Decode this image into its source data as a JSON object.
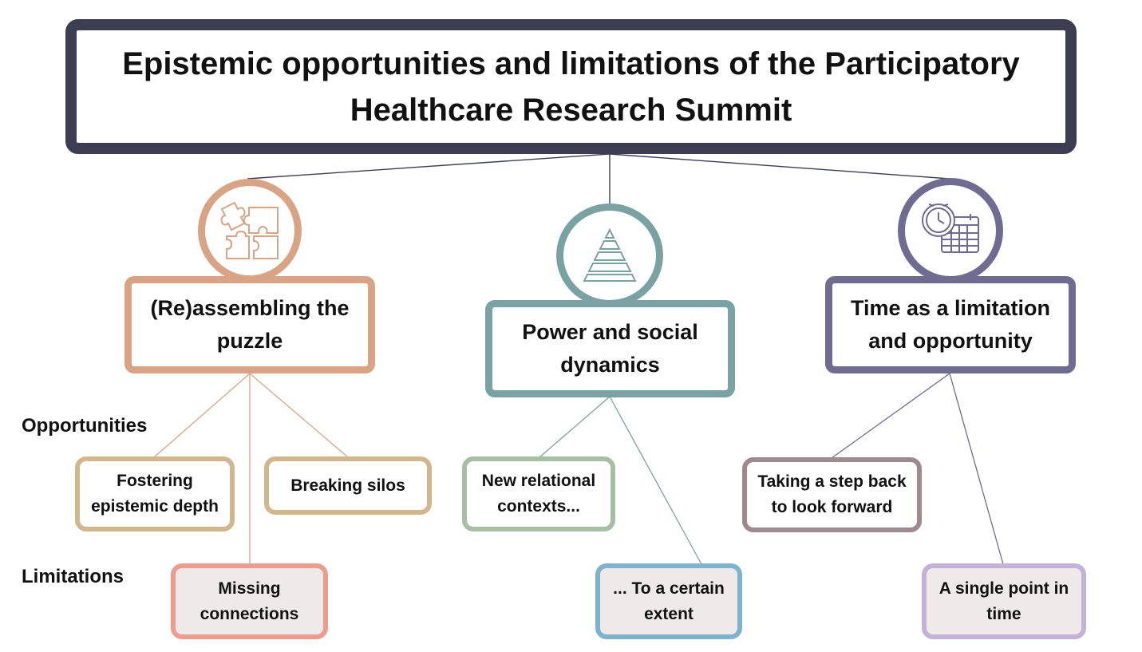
{
  "title": "Epistemic opportunities and limitations of the Participatory Healthcare Research Summit",
  "row_labels": {
    "opportunities": "Opportunities",
    "limitations": "Limitations"
  },
  "themes": [
    {
      "label": "(Re)assembling the puzzle",
      "icon": "puzzle-icon",
      "color": "#d9a486",
      "opportunities": [
        "Fostering epistemic depth",
        "Breaking silos"
      ],
      "opportunity_color": "#d2b68e",
      "limitations": [
        "Missing connections"
      ],
      "limitation_color": "#ec9d8f"
    },
    {
      "label": "Power and social dynamics",
      "icon": "pyramid-icon",
      "color": "#7ba2a3",
      "opportunities": [
        "New relational contexts..."
      ],
      "opportunity_color": "#a9bfa5",
      "limitations": [
        "... To a certain extent"
      ],
      "limitation_color": "#7fb2cc"
    },
    {
      "label": "Time as a limitation and opportunity",
      "icon": "clock-calendar-icon",
      "color": "#6f6b91",
      "opportunities": [
        "Taking a step back to look forward"
      ],
      "opportunity_color": "#9c8a8d",
      "limitations": [
        "A single point in time"
      ],
      "limitation_color": "#c3b1d7"
    }
  ],
  "colors": {
    "title_border": "#3c3d52"
  }
}
